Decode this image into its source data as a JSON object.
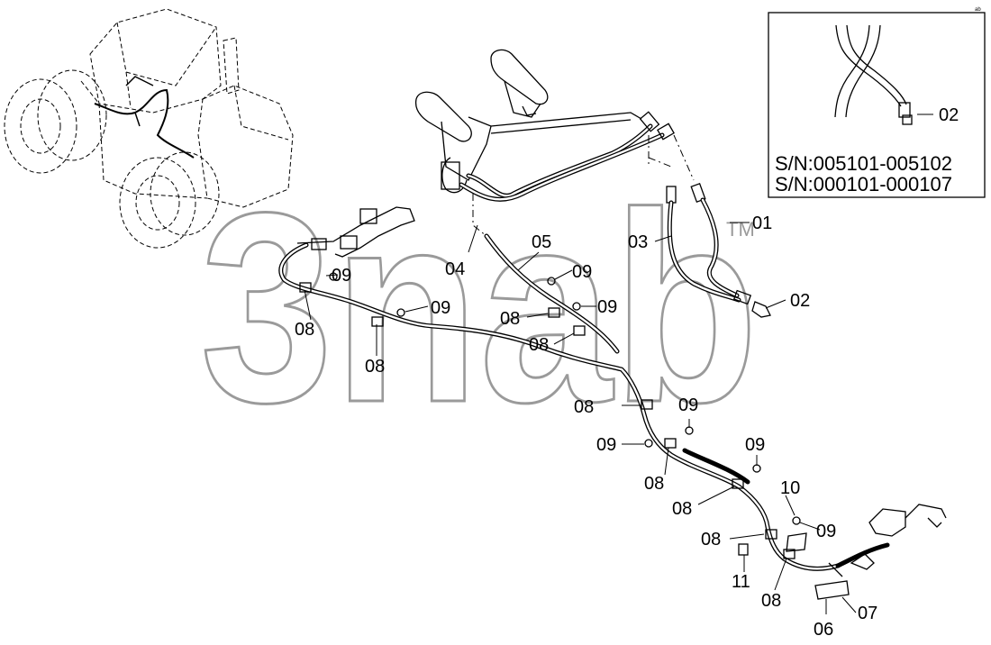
{
  "watermark": {
    "text": "3nab",
    "trademark": "TM"
  },
  "inset": {
    "callout": "02",
    "serial_line_1": "S/N:005101-005102",
    "serial_line_2": "S/N:000101-000107"
  },
  "callouts": {
    "c01": "01",
    "c02": "02",
    "c03": "03",
    "c04": "04",
    "c05": "05",
    "c06": "06",
    "c07": "07",
    "c08_a": "08",
    "c08_b": "08",
    "c08_c": "08",
    "c08_d": "08",
    "c08_e": "08",
    "c08_f": "08",
    "c08_g": "08",
    "c08_h": "08",
    "c08_i": "08",
    "c09_a": "09",
    "c09_b": "09",
    "c09_c": "09",
    "c09_d": "09",
    "c09_e": "09",
    "c09_f": "09",
    "c09_g": "09",
    "c09_h": "09",
    "c10": "10",
    "c11": "11"
  }
}
